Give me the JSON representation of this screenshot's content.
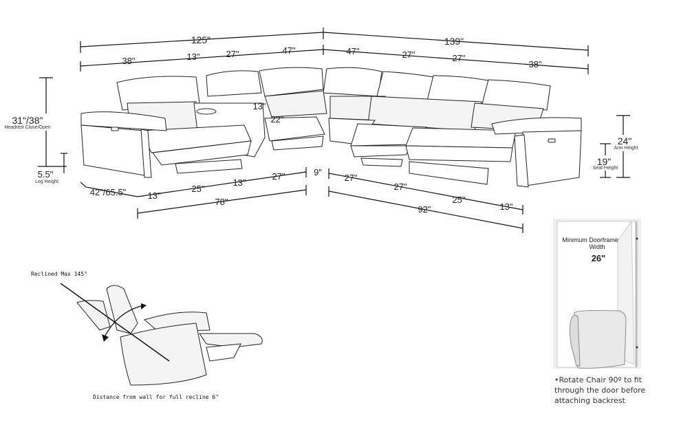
{
  "top_dimensions": {
    "total_left": "125\"",
    "total_right": "139\"",
    "segments": [
      "38\"",
      "13\"",
      "27\"",
      "47\"",
      "47\"",
      "27\"",
      "27\"",
      "38\""
    ]
  },
  "inner_dimensions": {
    "console_depth": "13\"",
    "seat_depth": "22\""
  },
  "left_dimensions": {
    "height": "31\"/38\"",
    "height_label": "Headrest Close/Open",
    "leg": "5.5\"",
    "leg_label": "Leg Height",
    "depth": "42\"/65.5\""
  },
  "bottom_dimensions": {
    "left_segments": [
      "13\"",
      "25\"",
      "13\"",
      "27\""
    ],
    "gap": "9\"",
    "right_segments": [
      "27\"",
      "27\"",
      "25\"",
      "13\""
    ],
    "left_total": "78\"",
    "right_total": "92\""
  },
  "right_dimensions": {
    "arm": "24\"",
    "arm_label": "Arm Height",
    "seat": "19\"",
    "seat_label": "Seat Height"
  },
  "recline": {
    "title": "Reclined Max 145°",
    "caption": "Distance from wall for full recline 6\""
  },
  "doorframe": {
    "title_line1": "Minimum Doorframe",
    "title_line2": "Width",
    "width": "26\"",
    "note_lines": [
      "•Rotate Chair 90º to fit",
      "through the door before",
      "attaching backrest"
    ]
  }
}
